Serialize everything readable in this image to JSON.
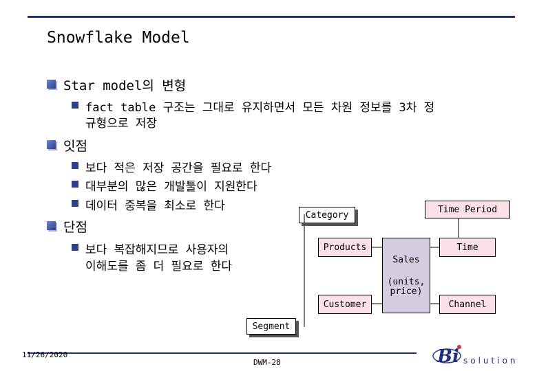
{
  "slide": {
    "title": "Snowflake Model",
    "bullets": {
      "b1": "Star model의 변형",
      "b1_sub1_line1": "fact table 구조는 그대로 유지하면서 모든 차원 정보를 3차 정",
      "b1_sub1_line2": "규형으로 저장",
      "b2": "잇점",
      "b2_sub1": "보다 적은 저장 공간을 필요로 한다",
      "b2_sub2": "대부분의 많은 개발툴이 지원한다",
      "b2_sub3": "데이터 중복을 최소로 한다",
      "b3": "단점",
      "b3_sub1_line1": "보다 복잡해지므로 사용자의",
      "b3_sub1_line2": "이해도를 좀 더 필요로 한다"
    }
  },
  "diagram": {
    "category": "Category",
    "time_period": "Time Period",
    "products": "Products",
    "time": "Time",
    "sales": "Sales",
    "units_price": "(units,\nprice)",
    "customer": "Customer",
    "channel": "Channel",
    "segment": "Segment"
  },
  "footer": {
    "date": "11/26/2020",
    "page": "DWM-28",
    "logo_text": "solution",
    "logo_letters": "Bi"
  },
  "colors": {
    "rule": "#1f2f7a",
    "bullet": "#2d3f8f",
    "dim_box": "#fbe0e6",
    "fact_box": "#d6ccdf"
  }
}
